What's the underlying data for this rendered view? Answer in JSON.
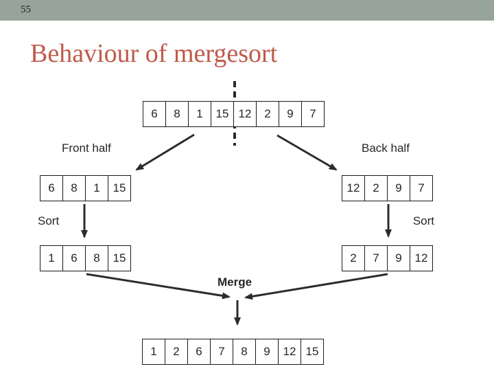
{
  "page_number": "55",
  "title": "Behaviour of mergesort",
  "labels": {
    "front_half": "Front half",
    "back_half": "Back half",
    "sort_left": "Sort",
    "sort_right": "Sort",
    "merge": "Merge"
  },
  "arrays": {
    "input": [
      6,
      8,
      1,
      15,
      12,
      2,
      9,
      7
    ],
    "front_half": [
      6,
      8,
      1,
      15
    ],
    "back_half": [
      12,
      2,
      9,
      7
    ],
    "front_sorted": [
      1,
      6,
      8,
      15
    ],
    "back_sorted": [
      2,
      7,
      9,
      12
    ],
    "merged": [
      1,
      2,
      6,
      7,
      8,
      9,
      12,
      15
    ]
  },
  "colors": {
    "header_bar": "#97A49B",
    "title": "#BE5A4A",
    "ink": "#2b2b2b"
  }
}
